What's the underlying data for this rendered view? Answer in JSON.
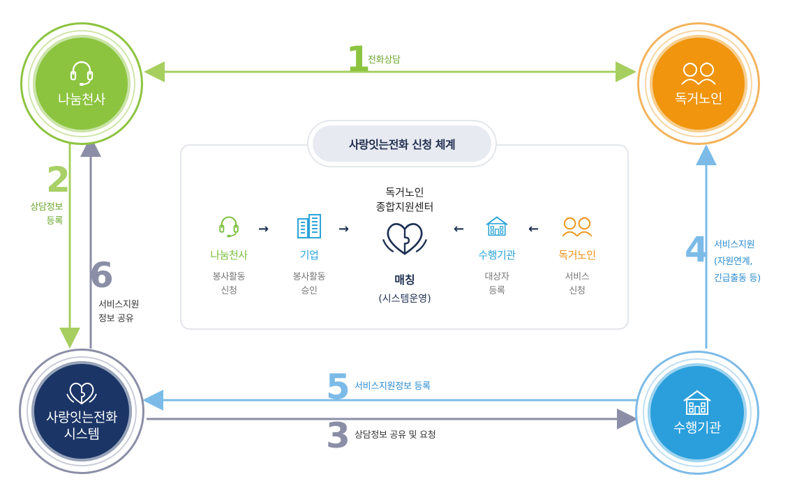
{
  "nodes": {
    "volunteer": "나눔천사",
    "elderly": "독거노인",
    "system": "사랑잇는전화\n시스템",
    "agency": "수행기관"
  },
  "steps": [
    {
      "num": "1",
      "text": "전화상담"
    },
    {
      "num": "2",
      "text": "상담정보\n등록"
    },
    {
      "num": "3",
      "text": "상담정보 공유 및 요청"
    },
    {
      "num": "4",
      "text": "서비스지원\n(자원연계,\n긴급출동 등)"
    },
    {
      "num": "5",
      "text": "서비스지원정보 등록"
    },
    {
      "num": "6",
      "text": "서비스지원\n정보 공유"
    }
  ],
  "panel": {
    "title": "사랑잇는전화 신청 체계",
    "center_top": "독거노인\n종합지원센터",
    "center_name": "매칭",
    "center_desc": "(시스템운영)",
    "columns": [
      {
        "name": "나눔천사",
        "desc": "봉사활동\n신청",
        "color": "#7bbf3a"
      },
      {
        "name": "기업",
        "desc": "봉사활동\n승인",
        "color": "#2aa3d8"
      },
      {
        "name": "수행기관",
        "desc": "대상자\n등록",
        "color": "#2aa3d8"
      },
      {
        "name": "독거노인",
        "desc": "서비스\n신청",
        "color": "#ee9315"
      }
    ],
    "arrows": [
      "→",
      "→",
      "←",
      "←"
    ]
  },
  "colors": {
    "green": "#8cc43f",
    "orange": "#f0950d",
    "navy": "#1b3566",
    "blue": "#2b9fdc",
    "gray": "#8b8ea6",
    "lightblue": "#7cbbe7"
  }
}
